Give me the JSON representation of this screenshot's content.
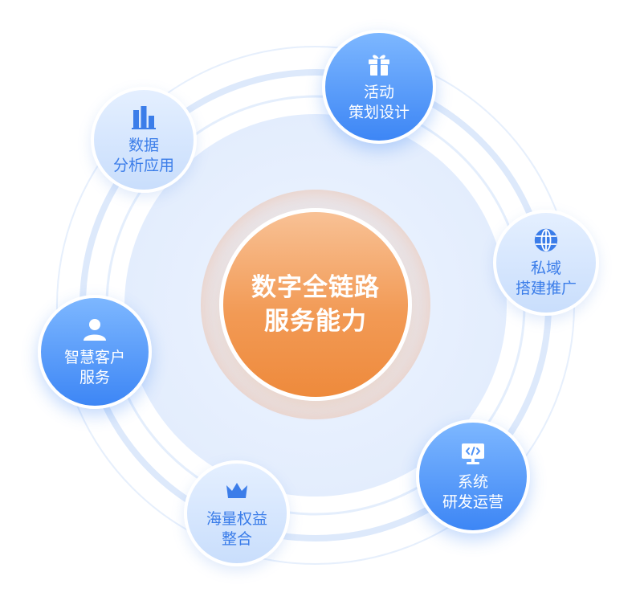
{
  "center": {
    "label": "数字全链路\n服务能力"
  },
  "nodes": [
    {
      "id": "activity",
      "label": "活动\n策划设计",
      "icon": "gift-icon",
      "style": "primary"
    },
    {
      "id": "private",
      "label": "私域\n搭建推广",
      "icon": "globe-icon",
      "style": "secondary"
    },
    {
      "id": "system",
      "label": "系统\n研发运营",
      "icon": "code-monitor-icon",
      "style": "primary"
    },
    {
      "id": "rights",
      "label": "海量权益\n整合",
      "icon": "crown-icon",
      "style": "secondary"
    },
    {
      "id": "service",
      "label": "智慧客户\n服务",
      "icon": "user-icon",
      "style": "primary"
    },
    {
      "id": "data",
      "label": "数据\n分析应用",
      "icon": "bar-chart-icon",
      "style": "secondary"
    }
  ],
  "colors": {
    "primary": "#3d86f5",
    "secondary": "#c9defc",
    "center": "#ee8a3c",
    "ring": "#d6e6fb"
  }
}
